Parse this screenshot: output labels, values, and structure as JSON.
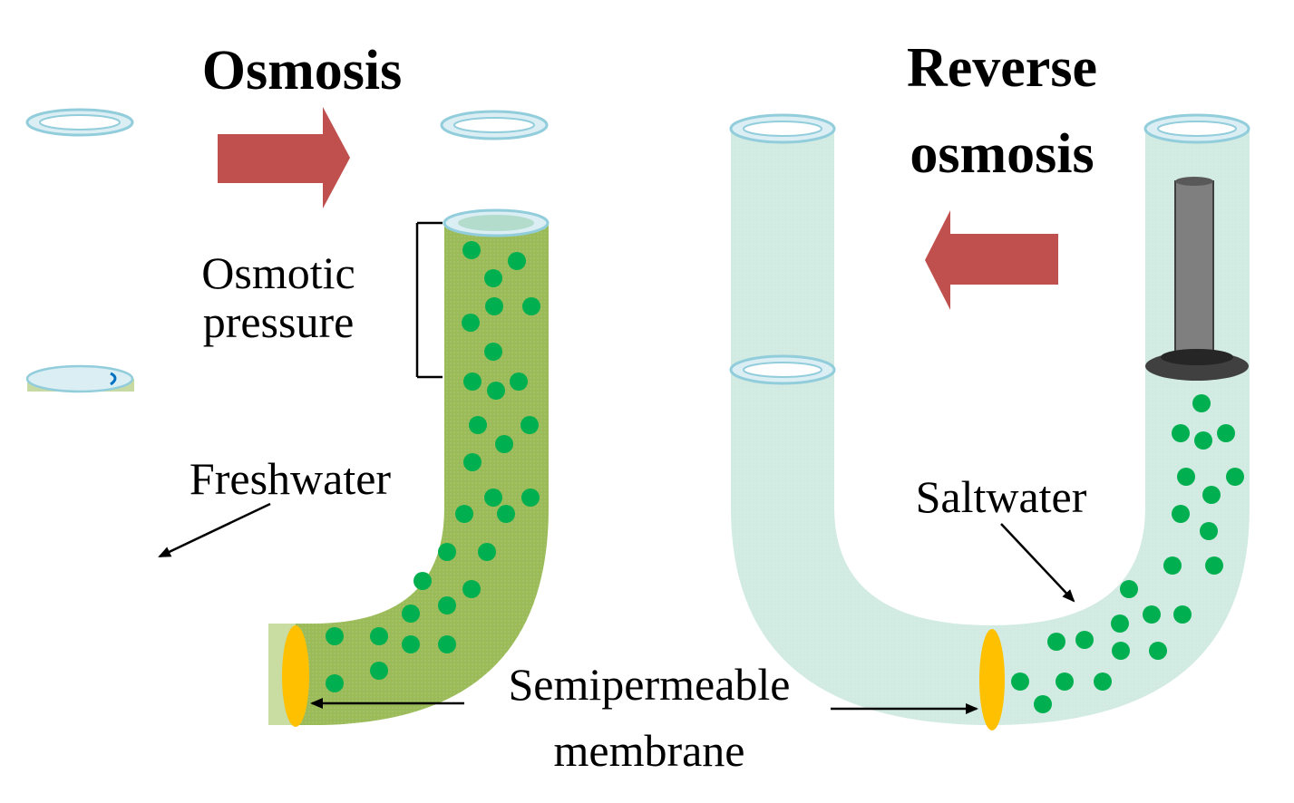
{
  "titles": {
    "osmosis": "Osmosis",
    "reverse_line1": "Reverse",
    "reverse_line2": "osmosis"
  },
  "labels": {
    "osmotic_pressure_line1": "Osmotic",
    "osmotic_pressure_line2": "pressure",
    "freshwater": "Freshwater",
    "saltwater": "Saltwater",
    "membrane_line1": "Semipermeable",
    "membrane_line2": "membrane"
  },
  "colors": {
    "salt_tube": "#9bbb59",
    "fresh_tube": "#d2ebe2",
    "salt_particle": "#00b050",
    "membrane": "#ffc000",
    "arrow": "#c0504d",
    "ring": "#dbeef4",
    "ring_edge": "#92cddc",
    "piston": "#7f7f7f"
  }
}
